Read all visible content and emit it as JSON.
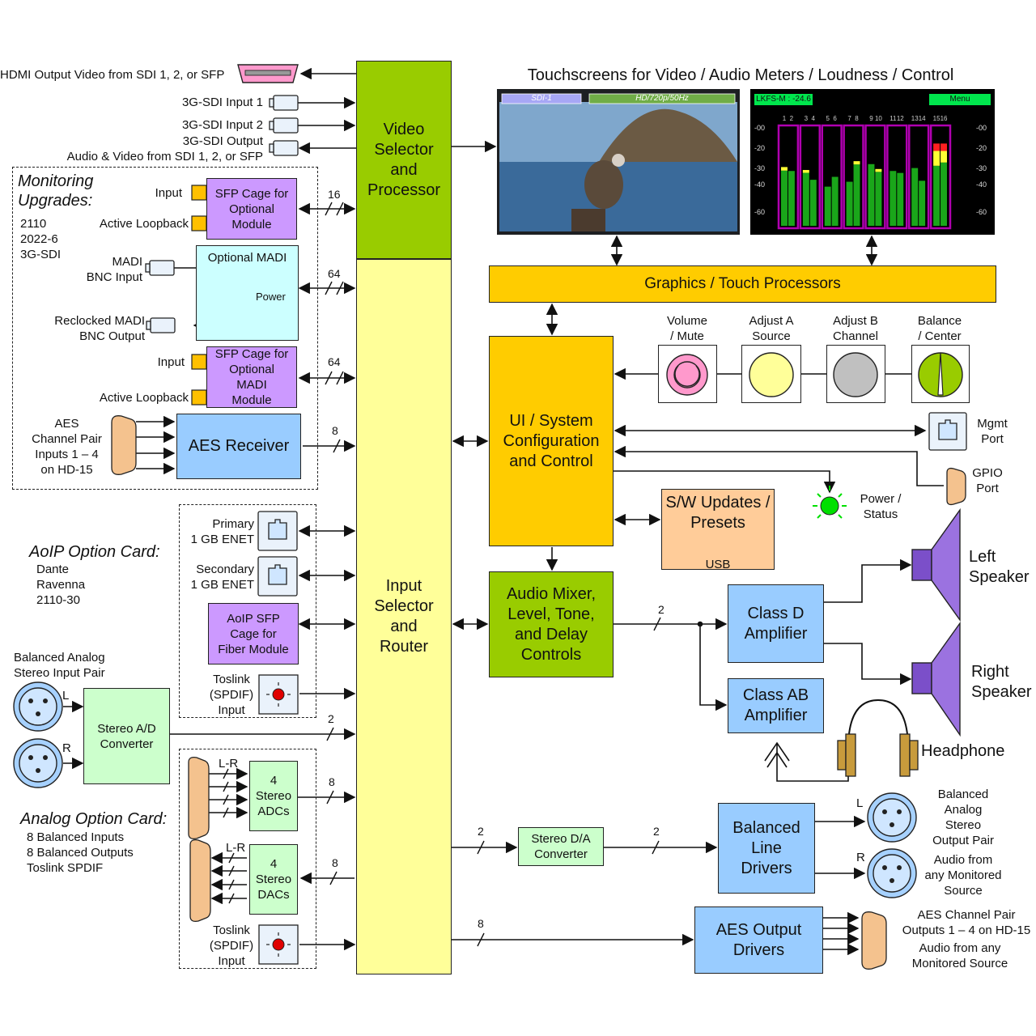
{
  "header": {
    "touchscreens_title": "Touchscreens for Video / Audio Meters / Loudness / Control"
  },
  "video": {
    "hdmi_output": "HDMI Output Video from SDI 1, 2, or SFP",
    "sdi_input_1": "3G-SDI Input 1",
    "sdi_input_2": "3G-SDI Input 2",
    "sdi_output_line1": "3G-SDI Output",
    "sdi_output_line2": "Audio & Video from SDI 1, 2, or SFP",
    "video_screen_tab1": "SDI-1",
    "video_screen_tab2": "HD/720p/50Hz"
  },
  "meter_screen": {
    "lkfs": "LKFS-M : -24.6",
    "menu": "Menu",
    "channels": [
      "1",
      "2",
      "3",
      "4",
      "5",
      "6",
      "7",
      "8",
      "9",
      "10",
      "11",
      "12",
      "13",
      "14",
      "15",
      "16"
    ],
    "scale": [
      "-00",
      "-20",
      "-30",
      "-40",
      "-60"
    ]
  },
  "blocks": {
    "video_selector": [
      "Video",
      "Selector",
      "and",
      "Processor"
    ],
    "input_selector": [
      "Input",
      "Selector",
      "and",
      "Router"
    ],
    "graphics": "Graphics / Touch Processors",
    "ui_system": [
      "UI / System",
      "Configuration",
      "and Control"
    ],
    "audio_mixer": [
      "Audio Mixer,",
      "Level, Tone,",
      "and Delay",
      "Controls"
    ],
    "class_d": [
      "Class D",
      "Amplifier"
    ],
    "class_ab": [
      "Class AB",
      "Amplifier"
    ],
    "sw_updates": [
      "S/W Updates /",
      "Presets"
    ],
    "usb": "USB",
    "stereo_da": [
      "Stereo D/A",
      "Converter"
    ],
    "balanced_line": [
      "Balanced",
      "Line",
      "Drivers"
    ],
    "aes_output": [
      "AES Output",
      "Drivers"
    ],
    "stereo_ad": [
      "Stereo A/D",
      "Converter"
    ],
    "aes_receiver": "AES Receiver",
    "stereo_adcs": [
      "4",
      "Stereo",
      "ADCs"
    ],
    "stereo_dacs": [
      "4",
      "Stereo",
      "DACs"
    ]
  },
  "monitoring": {
    "title": [
      "Monitoring",
      "Upgrades:"
    ],
    "list": [
      "2110",
      "2022-6",
      "3G-SDI"
    ],
    "sfp1": [
      "SFP Cage for",
      "Optional",
      "Module"
    ],
    "input": "Input",
    "active_loopback": "Active Loopback",
    "madi_input": [
      "MADI",
      "BNC Input"
    ],
    "madi_output": [
      "Reclocked MADI",
      "BNC Output"
    ],
    "optional_madi": "Optional MADI",
    "power": "Power",
    "sfp2": [
      "SFP Cage for",
      "Optional",
      "MADI",
      "Module"
    ],
    "input2": "Input",
    "active_loopback2": "Active Loopback",
    "aes_pair": [
      "AES",
      "Channel Pair",
      "Inputs 1 – 4",
      "on HD-15"
    ]
  },
  "aoip": {
    "title": "AoIP Option Card:",
    "list": [
      "Dante",
      "Ravenna",
      "2110-30"
    ],
    "primary": [
      "Primary",
      "1 GB ENET"
    ],
    "secondary": [
      "Secondary",
      "1 GB ENET"
    ],
    "sfp": [
      "AoIP SFP",
      "Cage for",
      "Fiber Module"
    ],
    "toslink": [
      "Toslink",
      "(SPDIF)",
      "Input"
    ]
  },
  "analog_in": {
    "label": [
      "Balanced Analog",
      "Stereo Input Pair"
    ],
    "l": "L",
    "r": "R"
  },
  "analog_card": {
    "title": "Analog Option Card:",
    "list": [
      "8 Balanced Inputs",
      "8 Balanced Outputs",
      "Toslink SPDIF"
    ],
    "lr1": "L-R",
    "lr2": "L-R",
    "toslink": [
      "Toslink",
      "(SPDIF)",
      "Input"
    ]
  },
  "controls": {
    "volume": [
      "Volume",
      "/ Mute"
    ],
    "adjust_a": [
      "Adjust A",
      "Source"
    ],
    "adjust_b": [
      "Adjust B",
      "Channel"
    ],
    "balance": [
      "Balance",
      "/ Center"
    ]
  },
  "ports": {
    "mgmt": [
      "Mgmt",
      "Port"
    ],
    "gpio": [
      "GPIO",
      "Port"
    ],
    "power_status": [
      "Power /",
      "Status"
    ]
  },
  "outputs": {
    "left_speaker": [
      "Left",
      "Speaker"
    ],
    "right_speaker": [
      "Right",
      "Speaker"
    ],
    "headphone": "Headphone",
    "balanced_out": [
      "Balanced",
      "Analog",
      "Stereo",
      "Output Pair"
    ],
    "audio_from_monitored": [
      "Audio from",
      "any Monitored",
      "Source"
    ],
    "l": "L",
    "r": "R",
    "aes_out_pair": [
      "AES Channel Pair",
      "Outputs 1 – 4  on HD-15"
    ],
    "aes_out_src": [
      "Audio from any",
      "Monitored Source"
    ]
  },
  "bus_widths": {
    "sfp1": "16",
    "madi": "64",
    "sfp2": "64",
    "aes_rx": "8",
    "ad": "2",
    "adcs": "8",
    "dacs": "8",
    "mixer_out": "2",
    "da_in": "2",
    "da_out": "2",
    "aes_out": "8"
  },
  "colors": {
    "green_block": "#99cc00",
    "yellow_block": "#ffff99",
    "orange_block": "#ffcc00",
    "blue_block": "#99ccff",
    "purple_block": "#cc99ff",
    "cyan_block": "#ccffff",
    "light_green": "#ccffcc",
    "peach": "#ffcc99",
    "pink": "#ff99cc",
    "gray": "#c0c0c0",
    "speaker": "#7b4fc9"
  }
}
